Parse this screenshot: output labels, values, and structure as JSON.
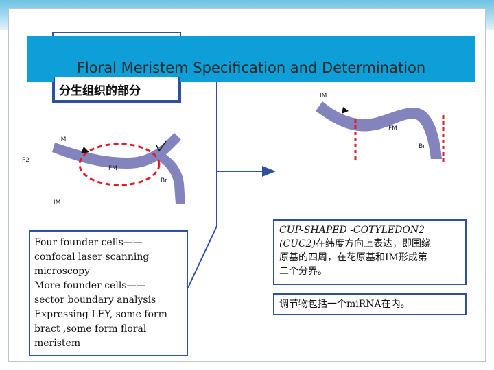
{
  "slide": {
    "title": "Floral Meristem Specification and Determination",
    "title_box_text": "分生组织的部分",
    "colors": {
      "title_bar": "#0f9fd8",
      "box_border": "#2f4fa0",
      "tissue": "#8384bd",
      "dashed": "#d92026"
    }
  },
  "left_figure": {
    "labels": {
      "p2": "P2",
      "im_top": "IM",
      "fm": "FM",
      "br": "Br",
      "im_bottom": "IM"
    }
  },
  "right_figure": {
    "labels": {
      "im": "IM",
      "fm": "FM",
      "br": "Br"
    }
  },
  "left_text": {
    "lines": [
      "Four founder cells——",
      "confocal laser scanning",
      "microscopy",
      "More founder cells——",
      "sector boundary analysis",
      "Expressing LFY, some form",
      "bract ,some form floral",
      "meristem"
    ]
  },
  "right_text_1": {
    "line1": "CUP-SHAPED -COTYLEDON2",
    "line2_italic": "(CUC2)",
    "line2_rest": "在纬度方向上表达，即围绕",
    "line3": "原基的四周，在花原基和IM形成第",
    "line4": "二个分界。"
  },
  "right_text_2": {
    "text": "调节物包括一个miRNA在内。"
  }
}
